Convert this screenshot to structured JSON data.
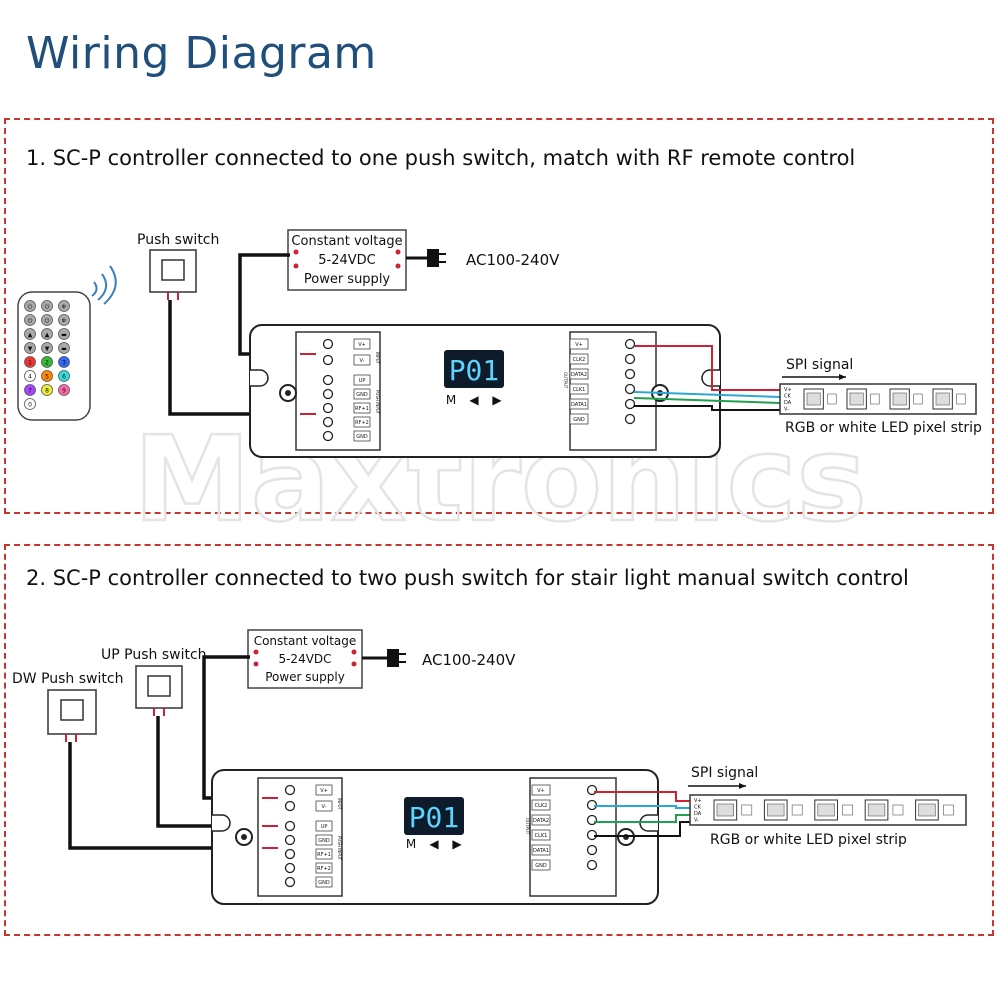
{
  "title": "Wiring Diagram",
  "watermark": "Maxtronics",
  "colors": {
    "title": "#1f4f7a",
    "border": "#c8352f",
    "display_bg": "#0d1b2a",
    "display_text": "#5fd3ff"
  },
  "section1": {
    "heading": "1. SC-P controller connected to one push switch, match with RF remote control",
    "push_switch": "Push switch",
    "psu": {
      "line1": "Constant voltage",
      "line2": "5-24VDC",
      "line3": "Power supply"
    },
    "ac": "AC100-240V",
    "display": "P01",
    "buttons": [
      "M",
      "◀",
      "▶"
    ],
    "spi": "SPI signal",
    "strip": "RGB or white LED pixel strip",
    "strip_pins": [
      "V+",
      "CK",
      "DA",
      "V-"
    ],
    "remote_keys": [
      "⏻",
      "⏻",
      "❄",
      "⏻",
      "⏻",
      "❄",
      "▲",
      "▲",
      "▬",
      "▼",
      "▼",
      "▬",
      "1",
      "2",
      "3",
      "4",
      "5",
      "6",
      "7",
      "8",
      "9",
      "0"
    ]
  },
  "section2": {
    "heading": "2. SC-P controller connected to two push switch for stair light manual switch control",
    "dw_switch": "DW Push switch",
    "up_switch": "UP Push switch",
    "psu": {
      "line1": "Constant voltage",
      "line2": "5-24VDC",
      "line3": "Power supply"
    },
    "ac": "AC100-240V",
    "display": "P01",
    "buttons": [
      "M",
      "◀",
      "▶"
    ],
    "spi": "SPI signal",
    "strip": "RGB or white LED pixel strip",
    "strip_pins": [
      "V+",
      "CK",
      "DA",
      "V-"
    ]
  },
  "controller_terminals": {
    "input_left": [
      "V+",
      "V-"
    ],
    "switch_left": [
      "UP",
      "GND",
      "RF+1",
      "RF+2",
      "GND"
    ],
    "output_right": [
      "V+",
      "CLK2",
      "DATA2",
      "CLK1",
      "DATA1",
      "GND"
    ],
    "side_label_input": "INPUT",
    "side_label_switch": "PUSH INPUT",
    "side_label_output": "OUTPUT"
  }
}
